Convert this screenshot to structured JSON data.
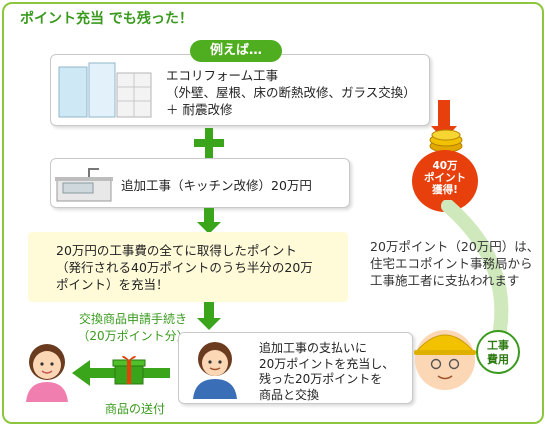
{
  "title": "ポイント充当 でも残った！",
  "example_pill": "例えば…",
  "box1": {
    "line1": "エコリフォーム工事",
    "line2": "（外壁、屋根、床の断熱改修、ガラス交換）",
    "line3": "＋ 耐震改修"
  },
  "box2": {
    "text": "追加工事（キッチン改修）20万円"
  },
  "yellow_box": {
    "line1": "20万円の工事費の全てに取得したポイント",
    "line2": "（発行される40万ポイントのうち半分の20万",
    "line3": "ポイント）を充当！"
  },
  "coin_badge": {
    "line1": "40万",
    "line2": "ポイント",
    "line3": "獲得!"
  },
  "right_text": {
    "line1": "20万ポイント（20万円）は、",
    "line2": "住宅エコポイント事務局から",
    "line3": "工事施工者に支払われます"
  },
  "exchange_label": {
    "line1": "交換商品申請手続き",
    "line2": "（20万ポイント分）"
  },
  "delivery_label": "商品の送付",
  "box3": {
    "line1": "追加工事の支払いに",
    "line2": "20万ポイントを充当し、",
    "line3": "残った20万ポイントを",
    "line4": "商品と交換"
  },
  "kouji_badge": {
    "line1": "工事",
    "line2": "費用"
  },
  "colors": {
    "green": "#3aa51a",
    "orange": "#e8400c",
    "yellow_bg": "#fffbd9"
  }
}
